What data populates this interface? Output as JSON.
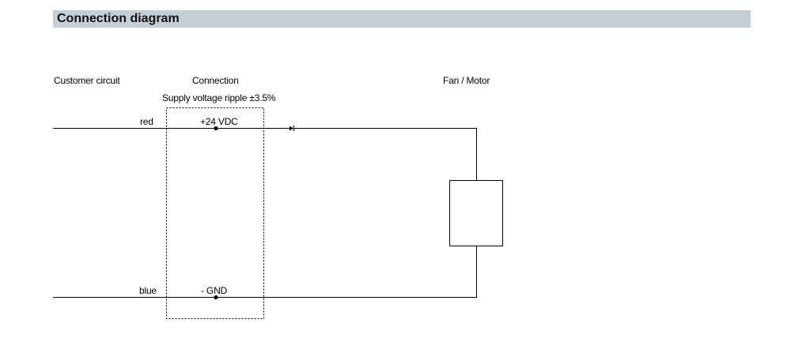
{
  "header": {
    "title": "Connection diagram"
  },
  "columns": {
    "customer": "Customer circuit",
    "connection": "Connection",
    "fan": "Fan / Motor"
  },
  "note": "Supply voltage ripple ±3.5%",
  "wires": {
    "top_color": "red",
    "top_terminal": "+24 VDC",
    "bottom_color": "blue",
    "bottom_terminal": "- GND"
  },
  "colors": {
    "title_bar": "#c6ced7",
    "line": "#000000"
  }
}
